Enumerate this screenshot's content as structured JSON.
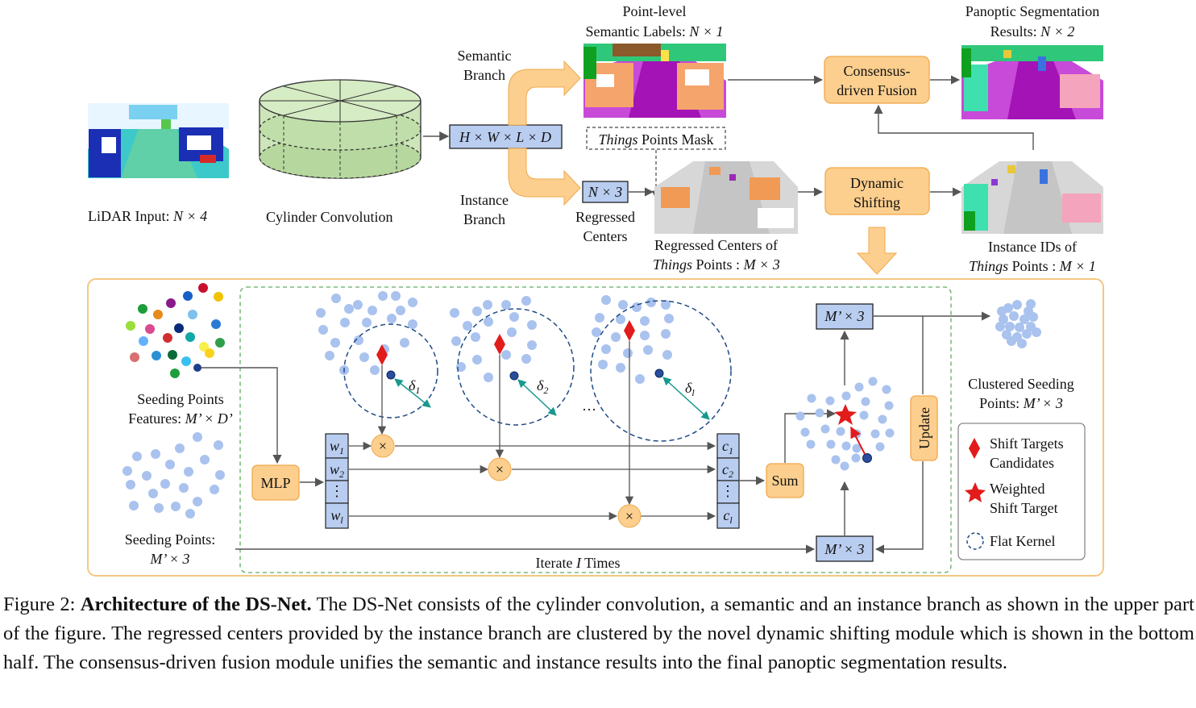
{
  "colors": {
    "orange_fill": "#fccf8f",
    "orange_border": "#f0a84a",
    "blue_fill": "#b9cdf0",
    "blue_border": "#222222",
    "point_blue": "#a9c2ee",
    "green_dash": "#5fae5f",
    "circle_dash": "#1f4a86",
    "red": "#e21b1b",
    "teal_arrow": "#17998f"
  },
  "top": {
    "lidar_label_a": "LiDAR Input: ",
    "lidar_label_b": "N × 4",
    "cylinder_label": "Cylinder Convolution",
    "voxel_box": "H × W × L × D",
    "semantic_branch": [
      "Semantic",
      "Branch"
    ],
    "instance_branch": [
      "Instance",
      "Branch"
    ],
    "point_level_title": [
      "Point-level",
      "Semantic Labels: "
    ],
    "point_level_dim": "N × 1",
    "things_mask_italic": "Things",
    "things_mask_rest": " Points Mask",
    "n3_box": "N × 3",
    "regressed_centers": [
      "Regressed",
      "Centers"
    ],
    "regressed_things_1": "Regressed Centers of",
    "regressed_things_2_italic": "Things",
    "regressed_things_2_rest": " Points : ",
    "regressed_things_dim": "M × 3",
    "consensus_box": [
      "Consensus-",
      "driven Fusion"
    ],
    "dynamic_box": [
      "Dynamic",
      "Shifting"
    ],
    "panoptic_title": [
      "Panoptic Segmentation",
      "Results: "
    ],
    "panoptic_dim": "N × 2",
    "instance_ids_1": "Instance IDs of",
    "instance_ids_2_italic": "Things",
    "instance_ids_2_rest": " Points : ",
    "instance_ids_dim": "M × 1"
  },
  "bottom": {
    "seeding_features": [
      "Seeding Points",
      "Features: "
    ],
    "seeding_features_dim": "M’ × D’",
    "seeding_points": [
      "Seeding Points:"
    ],
    "seeding_points_dim": "M’ × 3",
    "mlp": "MLP",
    "weights": [
      "w",
      "w",
      "⋮",
      "w"
    ],
    "weight_subs": [
      "1",
      "2",
      "",
      "l"
    ],
    "outputs": [
      "c",
      "c",
      "⋮",
      "c"
    ],
    "output_subs": [
      "1",
      "2",
      "",
      "l"
    ],
    "deltas": [
      "δ",
      "δ",
      "δ"
    ],
    "delta_subs": [
      "1",
      "2",
      "l"
    ],
    "ellipsis": "…",
    "multiply": "×",
    "sum": "Sum",
    "update": "Update",
    "m3_top": "M’ × 3",
    "m3_bottom": "M’ × 3",
    "iterate_a": "Iterate ",
    "iterate_b": "I",
    "iterate_c": " Times",
    "clustered": [
      "Clustered Seeding",
      "Points: "
    ],
    "clustered_dim": "M’ × 3",
    "legend": {
      "shift_targets": [
        "Shift Targets",
        "Candidates"
      ],
      "weighted": [
        "Weighted",
        "Shift Target"
      ],
      "flat_kernel": "Flat Kernel"
    }
  },
  "caption": {
    "prefix": "Figure 2: ",
    "bold": "Architecture of the DS-Net.",
    "text": " The DS-Net consists of the cylinder convolution, a semantic and an instance branch as shown in the upper part of the figure. The regressed centers provided by the instance branch are clustered by the novel dynamic shifting module which is shown in the bottom half. The consensus-driven fusion module unifies the semantic and instance results into the final panoptic segmentation results."
  }
}
